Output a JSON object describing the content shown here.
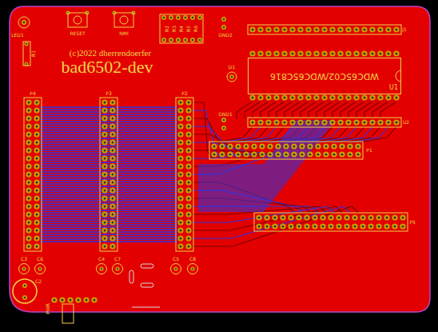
{
  "diagram": {
    "nodes": [
      {
        "text": [
          "WDC65C02/WDC65C816",
          "U1"
        ]
      }
    ],
    "labels": [
      "LED1",
      "R1",
      "RESET",
      "NMI",
      "R2",
      "R3",
      "R4",
      "R5",
      "R6",
      "GND2",
      "J1",
      "(c)2022 dherrendoerfer",
      "bad6502-dev",
      "D1",
      "GND1",
      "U2",
      "P4",
      "P3",
      "P2",
      "P1",
      "P5",
      "C3",
      "C6",
      "C4",
      "C7",
      "C5",
      "C8",
      "C2",
      "PWR"
    ]
  }
}
